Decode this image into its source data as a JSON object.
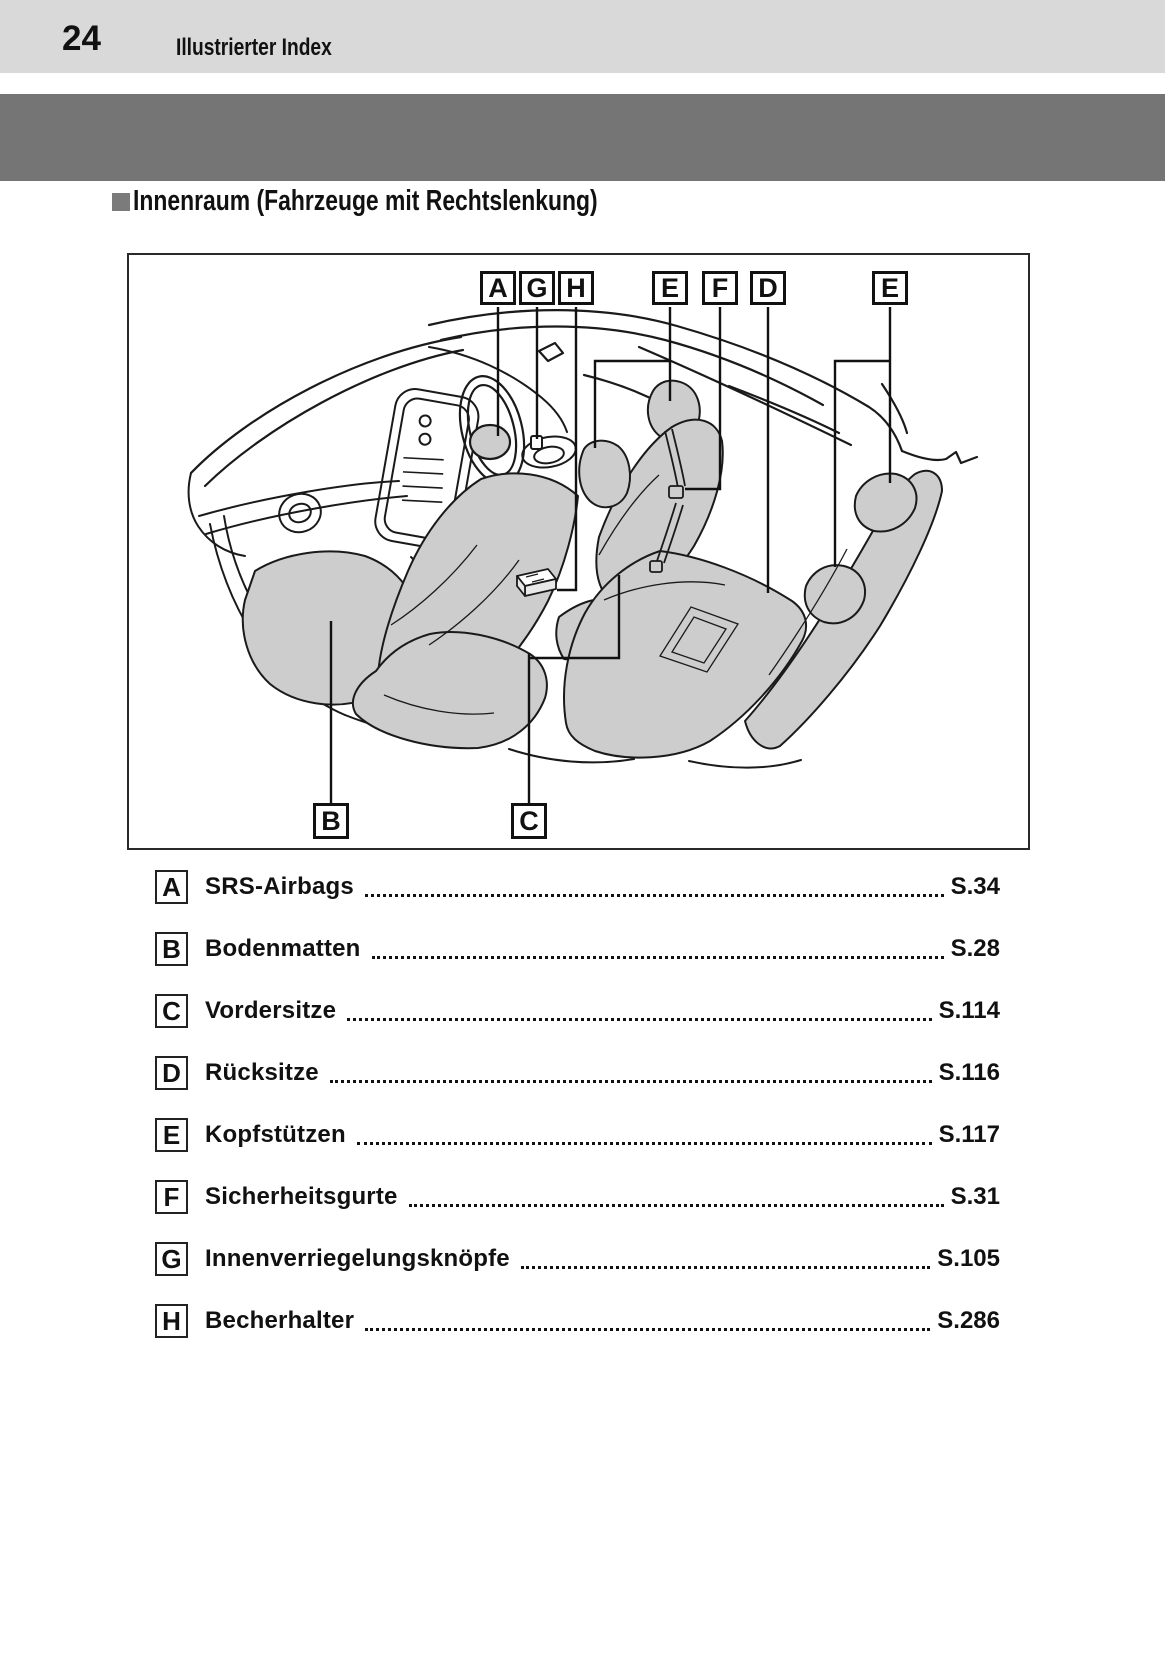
{
  "header": {
    "page_number": "24",
    "section_title": "Illustrierter Index"
  },
  "heading": {
    "bullet": "■",
    "text": "Innenraum (Fahrzeuge mit Rechtslenkung)"
  },
  "illustration": {
    "description": "Line drawing of car interior, right-hand drive, with callout letters",
    "callouts_top": [
      {
        "label": "A"
      },
      {
        "label": "G"
      },
      {
        "label": "H"
      },
      {
        "label": "E"
      },
      {
        "label": "F"
      },
      {
        "label": "D"
      },
      {
        "label": "E"
      }
    ],
    "callouts_bottom": [
      {
        "label": "B"
      },
      {
        "label": "C"
      }
    ]
  },
  "index": {
    "entries": [
      {
        "key": "A",
        "label": "SRS-Airbags",
        "page": "S.34"
      },
      {
        "key": "B",
        "label": "Bodenmatten",
        "page": "S.28"
      },
      {
        "key": "C",
        "label": "Vordersitze",
        "page": "S.114"
      },
      {
        "key": "D",
        "label": "Rücksitze",
        "page": "S.116"
      },
      {
        "key": "E",
        "label": "Kopfstützen",
        "page": "S.117"
      },
      {
        "key": "F",
        "label": "Sicherheitsgurte",
        "page": "S.31"
      },
      {
        "key": "G",
        "label": "Innenverriegelungsknöpfe",
        "page": "S.105"
      },
      {
        "key": "H",
        "label": "Becherhalter",
        "page": "S.286"
      }
    ]
  },
  "colors": {
    "header_bar": "#d9d9d9",
    "chapter_banner": "#757575",
    "heading_bullet": "#7b7b7b",
    "seat_fill": "#cdcdcd",
    "line_art": "#1a1a1a"
  }
}
